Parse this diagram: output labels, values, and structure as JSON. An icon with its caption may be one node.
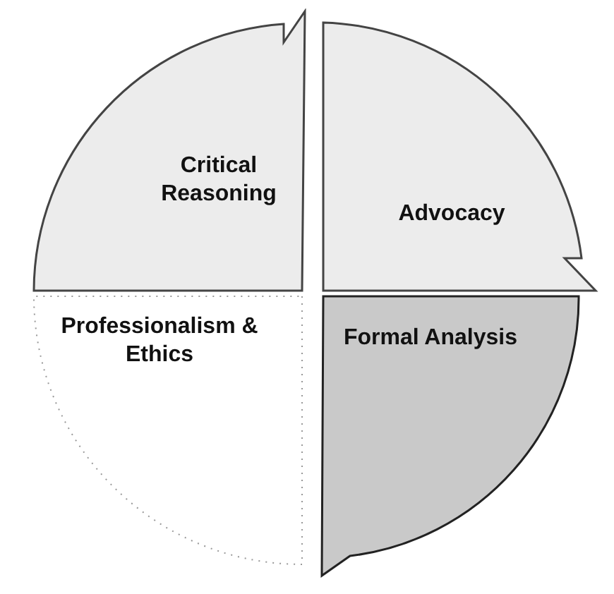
{
  "diagram": {
    "nodes": [
      {
        "text": [
          "Critical Reasoning"
        ]
      },
      {
        "text": [
          "Advocacy"
        ]
      },
      {
        "text": [
          "Professionalism & Ethics"
        ]
      },
      {
        "text": [
          "Formal Analysis"
        ]
      }
    ]
  }
}
